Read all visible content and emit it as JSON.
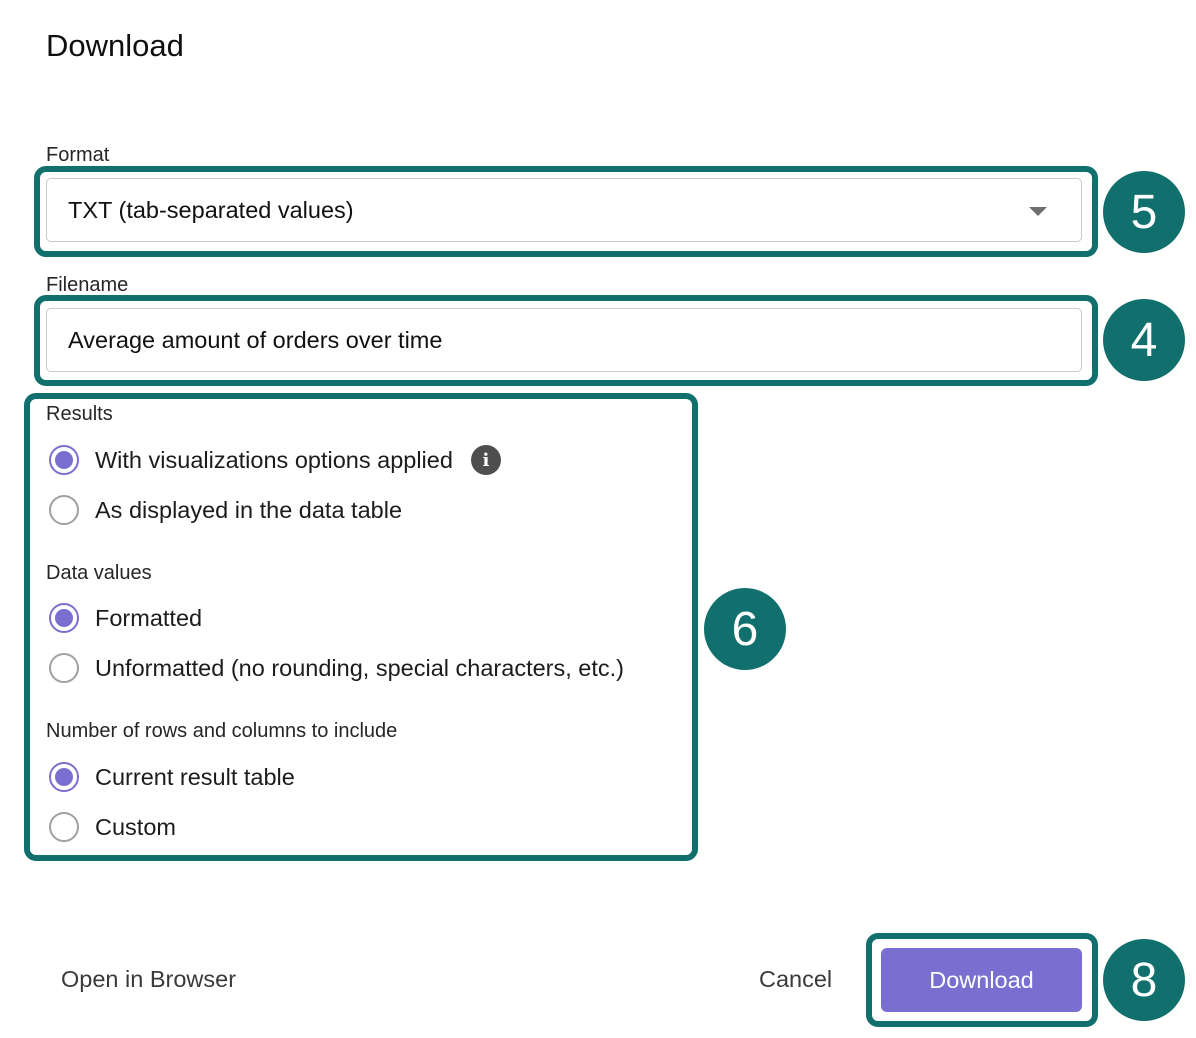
{
  "dialog": {
    "title": "Download"
  },
  "format": {
    "label": "Format",
    "value": "TXT (tab-separated values)",
    "callout": "5"
  },
  "filename": {
    "label": "Filename",
    "value": "Average amount of orders over time",
    "callout": "4"
  },
  "options": {
    "callout": "6",
    "results": {
      "label": "Results",
      "items": [
        {
          "label": "With visualizations options applied",
          "checked": true,
          "info_icon": "info-icon"
        },
        {
          "label": "As displayed in the data table",
          "checked": false
        }
      ]
    },
    "data_values": {
      "label": "Data values",
      "items": [
        {
          "label": "Formatted",
          "checked": true
        },
        {
          "label": "Unformatted (no rounding, special characters, etc.)",
          "checked": false
        }
      ]
    },
    "rows_columns": {
      "label": "Number of rows and columns to include",
      "items": [
        {
          "label": "Current result table",
          "checked": true
        },
        {
          "label": "Custom",
          "checked": false
        }
      ]
    }
  },
  "footer": {
    "open_in_browser": "Open in Browser",
    "cancel": "Cancel",
    "download": "Download",
    "callout": "8"
  },
  "colors": {
    "accent": "#7a6fd0",
    "annotation": "#11706d"
  }
}
